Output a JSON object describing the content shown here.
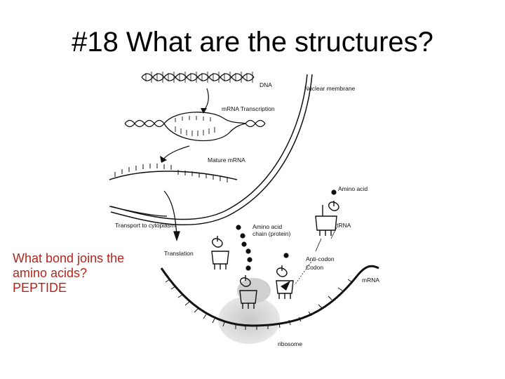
{
  "slide": {
    "title": "#18 What are the structures?",
    "question_line1": "What bond joins the",
    "question_line2": "amino acids?",
    "answer": "PEPTIDE",
    "question_color": "#b3261e"
  },
  "diagram": {
    "labels": {
      "dna": "DNA",
      "nuclear_membrane": "Nuclear membrane",
      "mrna_transcription": "mRNA Transcription",
      "mature_mrna": "Mature mRNA",
      "transport": "Transport to cytoplasm",
      "translation": "Translation",
      "amino_acid": "Amino acid",
      "amino_acid_chain_1": "Amino acid",
      "amino_acid_chain_2": "chain (protein)",
      "trna": "tRNA",
      "anticodon": "Anti-codon",
      "codon": "Codon",
      "mrna": "mRNA",
      "ribosome": "ribosome"
    }
  }
}
